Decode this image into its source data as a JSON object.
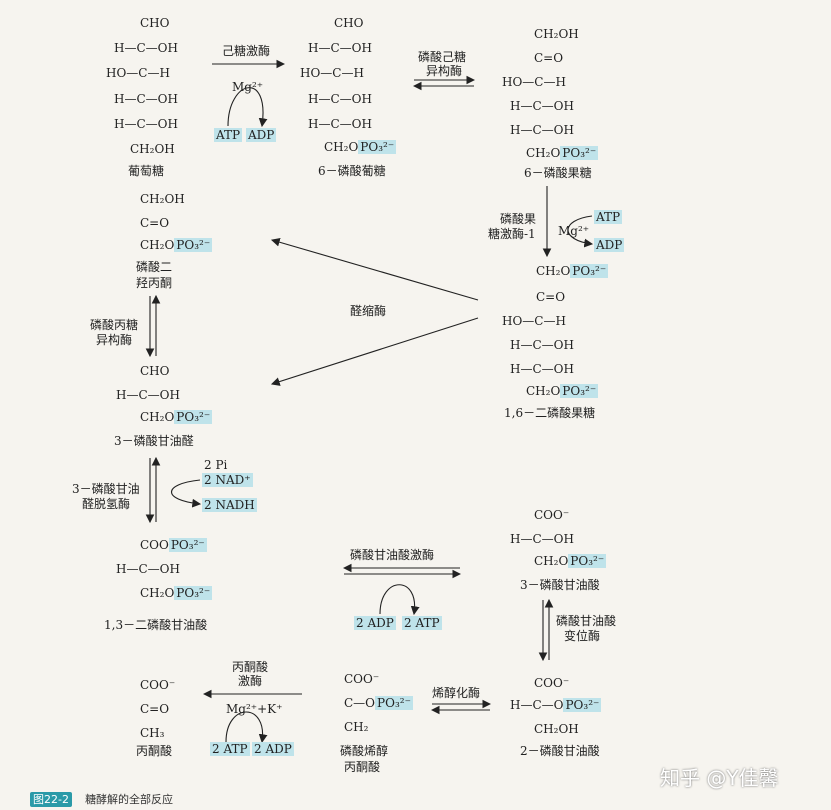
{
  "glucose": {
    "l1": "CHO",
    "l2": "H—C—OH",
    "l3": "HO—C—H",
    "l4": "H—C—OH",
    "l5": "H—C—OH",
    "l6": "CH₂OH",
    "name": "葡萄糖"
  },
  "hexokinase": {
    "enzyme": "己糖激酶",
    "mg": "Mg²⁺",
    "atp": "ATP",
    "adp": "ADP"
  },
  "g6p": {
    "l1": "CHO",
    "l2": "H—C—OH",
    "l3": "HO—C—H",
    "l4": "H—C—OH",
    "l5": "H—C—OH",
    "l6a": "CH₂O",
    "l6b": "PO₃²⁻",
    "name": "6－磷酸葡糖"
  },
  "pgi": {
    "l1": "磷酸己糖",
    "l2": "异构酶"
  },
  "f6p": {
    "l1": "CH₂OH",
    "l2": "C=O",
    "l3": "HO—C—H",
    "l4": "H—C—OH",
    "l5": "H—C—OH",
    "l6a": "CH₂O",
    "l6b": "PO₃²⁻",
    "name": "6－磷酸果糖"
  },
  "pfk": {
    "l1": "磷酸果",
    "l2": "糖激酶-1",
    "mg": "Mg²⁺",
    "atp": "ATP",
    "adp": "ADP"
  },
  "f16bp": {
    "l1a": "CH₂O",
    "l1b": "PO₃²⁻",
    "l2": "C=O",
    "l3": "HO—C—H",
    "l4": "H—C—OH",
    "l5": "H—C—OH",
    "l6a": "CH₂O",
    "l6b": "PO₃²⁻",
    "name": "1,6－二磷酸果糖"
  },
  "aldolase": {
    "label": "醛缩酶"
  },
  "dhap": {
    "l1": "CH₂OH",
    "l2": "C=O",
    "l3a": "CH₂O",
    "l3b": "PO₃²⁻",
    "n1": "磷酸二",
    "n2": "羟丙酮"
  },
  "tpi": {
    "l1": "磷酸丙糖",
    "l2": "异构酶"
  },
  "g3p": {
    "l1": "CHO",
    "l2": "H—C—OH",
    "l3a": "CH₂O",
    "l3b": "PO₃²⁻",
    "name": "3－磷酸甘油醛"
  },
  "gapdh": {
    "l1": "3－磷酸甘油",
    "l2": "醛脱氢酶",
    "pi": "2 Pi",
    "nad": "2 NAD⁺",
    "nadh": "2 NADH"
  },
  "bpg": {
    "l1a": "COO",
    "l1b": "PO₃²⁻",
    "l2": "H—C—OH",
    "l3a": "CH₂O",
    "l3b": "PO₃²⁻",
    "name": "1,3－二磷酸甘油酸"
  },
  "pgk": {
    "enzyme": "磷酸甘油酸激酶",
    "adp": "2 ADP",
    "atp": "2 ATP"
  },
  "p3g": {
    "l1": "COO⁻",
    "l2": "H—C—OH",
    "l3a": "CH₂O",
    "l3b": "PO₃²⁻",
    "name": "3－磷酸甘油酸"
  },
  "pgm": {
    "l1": "磷酸甘油酸",
    "l2": "变位酶"
  },
  "p2g": {
    "l1": "COO⁻",
    "l2a": "H—C—O",
    "l2b": "PO₃²⁻",
    "l3": "CH₂OH",
    "name": "2－磷酸甘油酸"
  },
  "enolase": {
    "label": "烯醇化酶"
  },
  "pep": {
    "l1": "COO⁻",
    "l2a": "C—O",
    "l2b": "PO₃²⁻",
    "l3": "CH₂",
    "n1": "磷酸烯醇",
    "n2": "丙酮酸"
  },
  "pk": {
    "l1": "丙酮酸",
    "l2": "激酶",
    "mg": "Mg²⁺+K⁺",
    "atp": "2 ATP",
    "adp": "2 ADP"
  },
  "pyruvate": {
    "l1": "COO⁻",
    "l2": "C=O",
    "l3": "CH₃",
    "name": "丙酮酸"
  },
  "caption": {
    "num": "图22-2",
    "title": "糖酵解的全部反应"
  },
  "watermark": "知乎 @Y佳馨"
}
